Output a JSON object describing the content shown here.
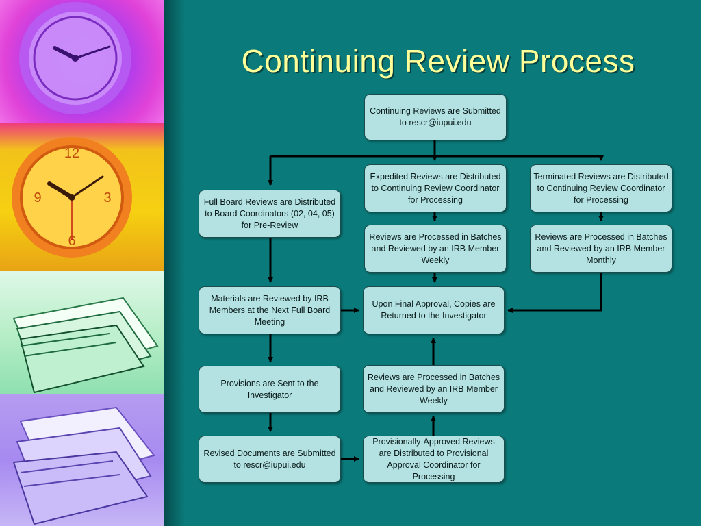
{
  "slide": {
    "title": "Continuing Review Process"
  },
  "flowchart": {
    "submitted": "Continuing Reviews are Submitted to rescr@iupui.edu",
    "full_board": "Full Board Reviews are Distributed to Board Coordinators  (02, 04, 05) for Pre-Review",
    "expedited": "Expedited Reviews are Distributed to Continuing Review Coordinator for Processing",
    "terminated": "Terminated Reviews are Distributed to Continuing Review Coordinator for Processing",
    "expedited_processed": "Reviews are Processed in Batches and Reviewed by an IRB Member Weekly",
    "terminated_processed": "Reviews are Processed in Batches and Reviewed by an IRB Member Monthly",
    "full_board_meeting": "Materials are Reviewed by IRB Members at the Next Full Board Meeting",
    "final_approval": "Upon Final Approval, Copies are Returned to the Investigator",
    "provisions_sent": "Provisions are Sent to the Investigator",
    "provisional_processed": "Reviews are Processed in Batches and Reviewed by an IRB Member Weekly",
    "revised_docs": "Revised Documents are Submitted to rescr@iupui.edu",
    "provisionally_approved": "Provisionally-Approved Reviews are Distributed to Provisional Approval Coordinator for Processing"
  },
  "colors": {
    "background": "#0b7a7a",
    "title": "#ffff99",
    "box_fill": "#b4e2e2",
    "arrow": "#000000"
  }
}
